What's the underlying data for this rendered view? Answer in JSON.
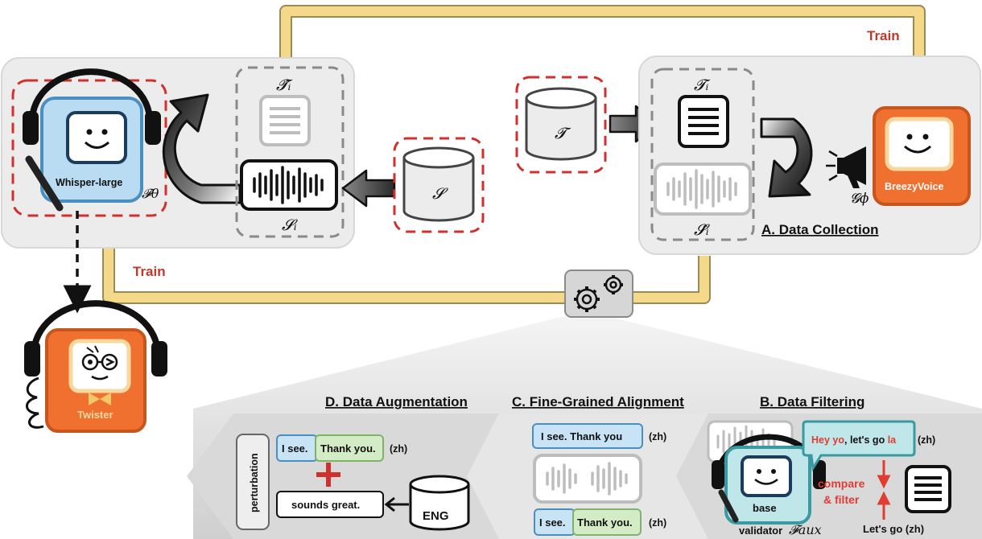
{
  "labels": {
    "train_top": "Train",
    "train_left": "Train",
    "whisper": "Whisper-large",
    "f_theta": "𝓕θ",
    "t_hat_i": "𝓣̂ᵢ",
    "s_i": "𝓢ᵢ",
    "s_db": "𝓢",
    "t_db": "𝓣",
    "t_i": "𝓣ᵢ",
    "s_hat_i": "𝓢̂ᵢ",
    "g_phi": "𝓖ϕ",
    "breezy": "BreezyVoice",
    "data_collection": "A. Data Collection",
    "twister": "Twister",
    "data_augmentation": "D. Data Augmentation",
    "fine_grained": "C. Fine-Grained Alignment",
    "data_filtering": "B. Data Filtering",
    "perturbation": "perturbation",
    "aug_seg1": "I see.",
    "aug_seg2": "Thank you.",
    "aug_zh": "(zh)",
    "aug_eng_text": "sounds great.",
    "eng_db": "ENG",
    "align_top_text": "I see. Thank you",
    "align_top_zh": "(zh)",
    "align_bot_seg1": "I see.",
    "align_bot_seg2": "Thank you.",
    "align_bot_zh": "(zh)",
    "filter_hey": "Hey yo",
    "filter_mid": ", let's go ",
    "filter_la": "la",
    "filter_zh": "(zh)",
    "compare": "compare",
    "and_filter": "& filter",
    "base": "base",
    "validator": "validator",
    "f_aux": "𝓕aux",
    "lets_go": "Let's go (zh)"
  },
  "colors": {
    "red_dash": "#d0312d",
    "train_yellow": "#f2d27a",
    "panel_gray": "#ededed",
    "whisper_blue": "#b9dcf2",
    "breezy_orange": "#f07030",
    "twister_orange": "#f07030",
    "green_box": "#d4ecc6",
    "blue_box": "#c9e3f6",
    "teal_box": "#bfe6e8",
    "red_text": "#e03c32"
  }
}
